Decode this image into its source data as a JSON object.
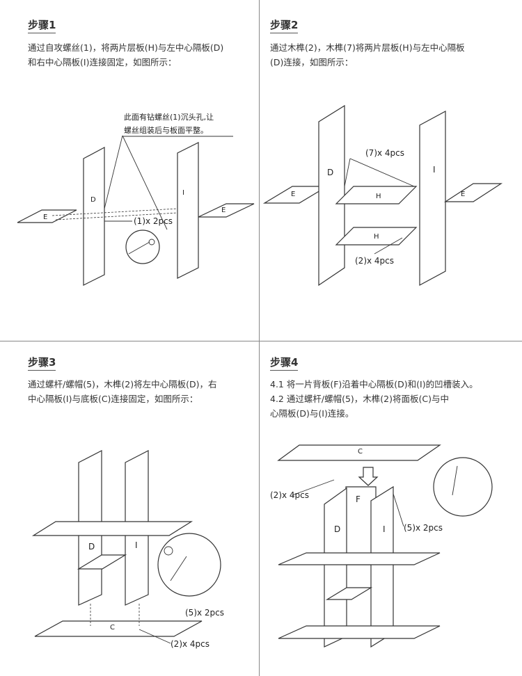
{
  "steps": [
    {
      "title": "步骤1",
      "lines": [
        "通过自攻螺丝(1)，将两片层板(H)与左中心隔板(D)",
        "和右中心隔板(I)连接固定，如图所示："
      ],
      "callout": [
        "此面有钻螺丝(1)沉头孔,让",
        "螺丝组装后与板面平整。"
      ],
      "labels": {
        "left_panel": "D",
        "right_panel": "I",
        "left_shelf": "E",
        "right_shelf": "E",
        "qty": "(1)x 2pcs"
      }
    },
    {
      "title": "步骤2",
      "lines": [
        "通过木榫(2)，木榫(7)将两片层板(H)与左中心隔板",
        "(D)连接，如图所示："
      ],
      "labels": {
        "left_panel": "D",
        "right_panel": "I",
        "left_shelf": "E",
        "right_shelf": "E",
        "shelf_top": "H",
        "shelf_bottom": "H",
        "qty_top": "(7)x 4pcs",
        "qty_bottom": "(2)x 4pcs"
      }
    },
    {
      "title": "步骤3",
      "lines": [
        "通过螺杆/螺帽(5)，木榫(2)将左中心隔板(D)，右",
        "中心隔板(I)与底板(C)连接固定，如图所示："
      ],
      "labels": {
        "left_panel": "D",
        "right_panel": "I",
        "bottom_board": "C",
        "qty_screw": "(5)x 2pcs",
        "qty_dowel": "(2)x 4pcs"
      }
    },
    {
      "title": "步骤4",
      "lines": [
        "4.1  将一片背板(F)沿着中心隔板(D)和(I)的凹槽装入。",
        "4.2  通过螺杆/螺帽(5)，木榫(2)将面板(C)与中",
        "       心隔板(D)与(I)连接。"
      ],
      "labels": {
        "top_board": "C",
        "back_board": "F",
        "left_panel": "D",
        "right_panel": "I",
        "qty_dowel": "(2)x 4pcs",
        "qty_screw": "(5)x 2pcs"
      }
    }
  ]
}
